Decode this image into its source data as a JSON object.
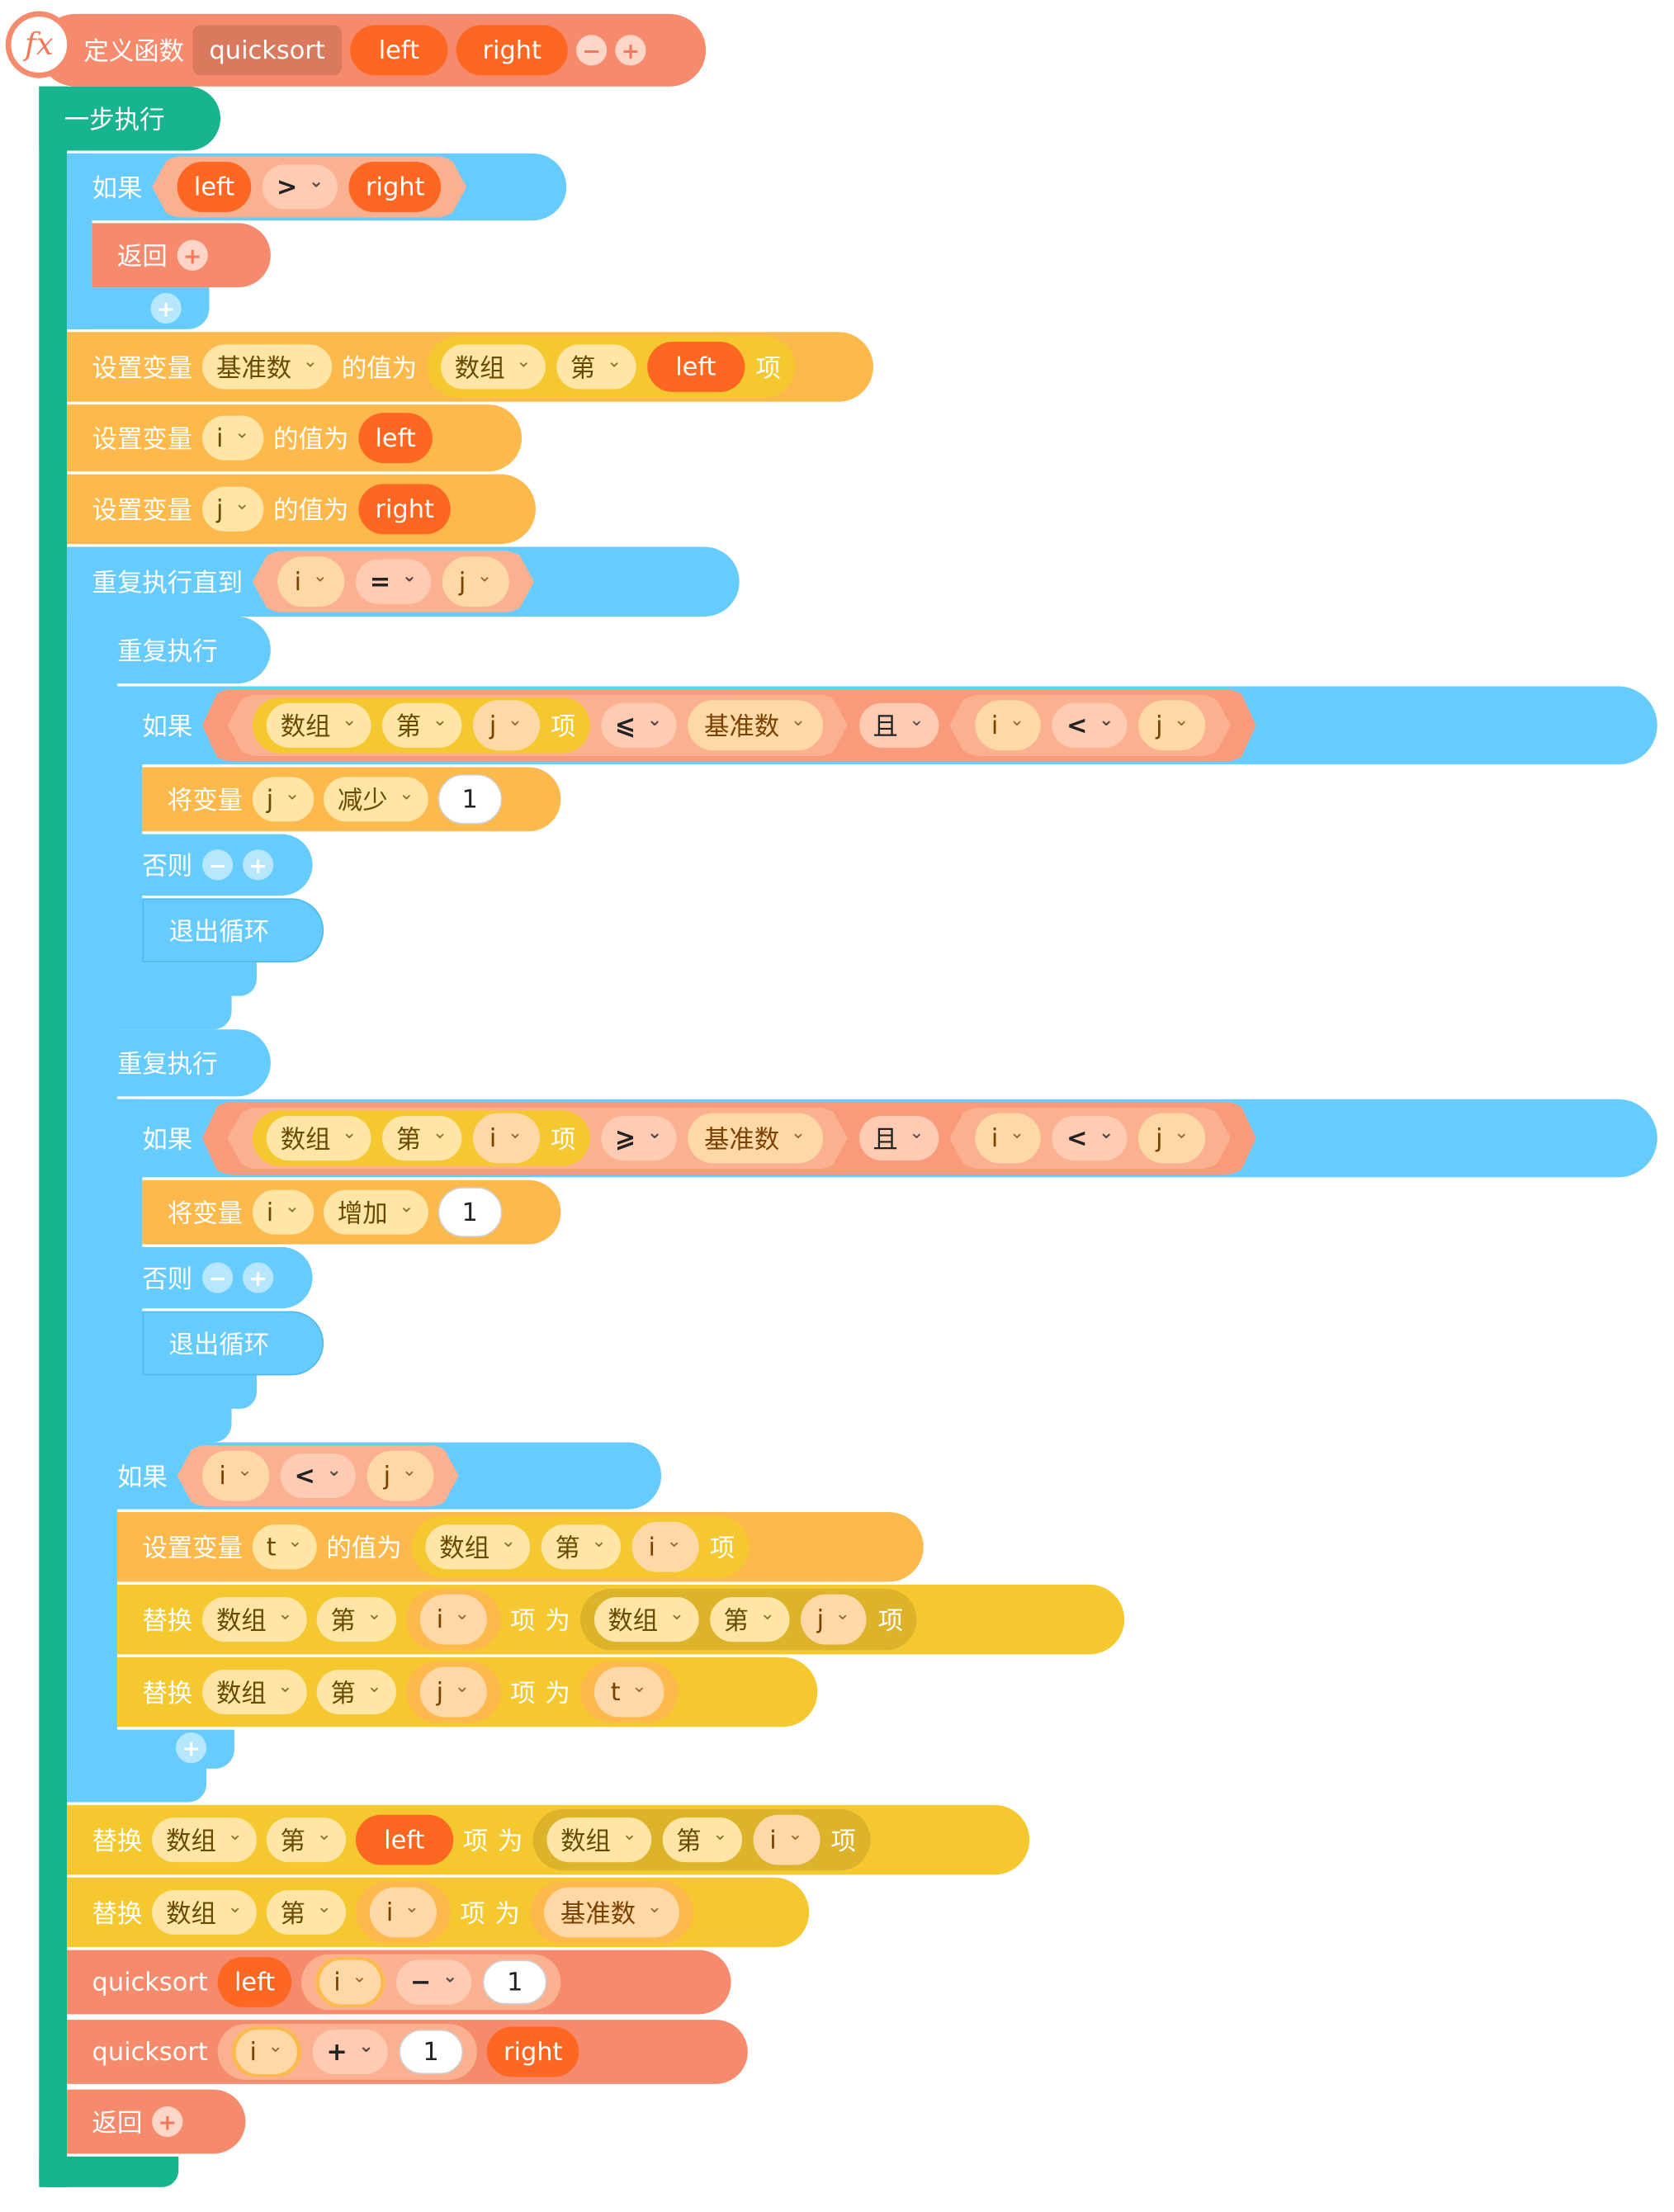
{
  "colors": {
    "function": "#f58a6c",
    "sequence": "#17b48f",
    "control": "#66ccff",
    "variable": "#fdb94c",
    "list": "#f5c830",
    "slot_orange": "#fd6722"
  },
  "func": {
    "keyword": "定义函数",
    "name": "quicksort",
    "param1": "left",
    "param2": "right",
    "minus": "−",
    "plus": "+",
    "icon": "fx-icon"
  },
  "seq": {
    "label": "一步执行"
  },
  "kw": {
    "if": "如果",
    "return": "返回",
    "setvar": "设置变量",
    "value_is": "的值为",
    "repeat_until": "重复执行直到",
    "repeat": "重复执行",
    "change_var": "将变量",
    "else": "否则",
    "break": "退出循环",
    "replace": "替换",
    "item": "项",
    "as": "为",
    "nth": "第",
    "and": "且",
    "decrease": "减少",
    "increase": "增加"
  },
  "vars": {
    "left": "left",
    "right": "right",
    "pivot": "基准数",
    "i": "i",
    "j": "j",
    "t": "t",
    "array": "数组"
  },
  "ops": {
    "gt": ">",
    "lt": "<",
    "eq": "=",
    "le": "⩽",
    "ge": "⩾",
    "minus": "−",
    "plus": "+"
  },
  "nums": {
    "one": "1"
  },
  "btn": {
    "plus": "+",
    "minus": "−"
  }
}
